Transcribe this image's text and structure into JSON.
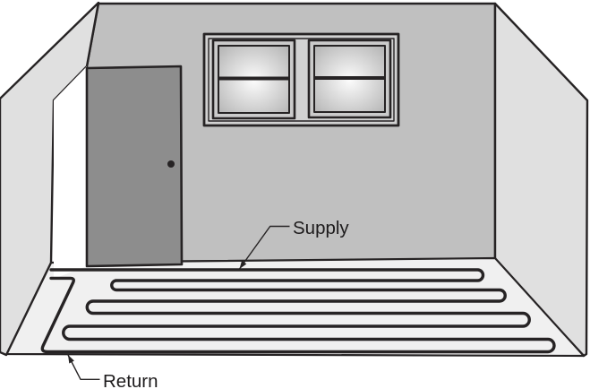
{
  "diagram": {
    "kind": "room-with-radiant-floor-heating",
    "labels": {
      "supply": "Supply",
      "return": "Return"
    },
    "elements": [
      "left-wall",
      "back-wall",
      "right-wall",
      "floor",
      "door",
      "doorway-opening",
      "door-knob",
      "double-window",
      "heating-pipe-serpentine",
      "supply-leader-arrow",
      "return-leader-arrow"
    ]
  },
  "colors": {
    "background": "#ffffff",
    "back_wall": "#c0c0c0",
    "side_wall": "#e0e0e0",
    "floor": "#f0f0f0",
    "door": "#8d8d8d",
    "doorway": "#ffffff",
    "window_mullion": "#d2d2d2",
    "window_frame": "#cbcbcb",
    "glass_center": "#fcfcfc",
    "glass_edge": "#b2b2b2",
    "line": "#262324",
    "label_text": "#1d1b1c"
  }
}
